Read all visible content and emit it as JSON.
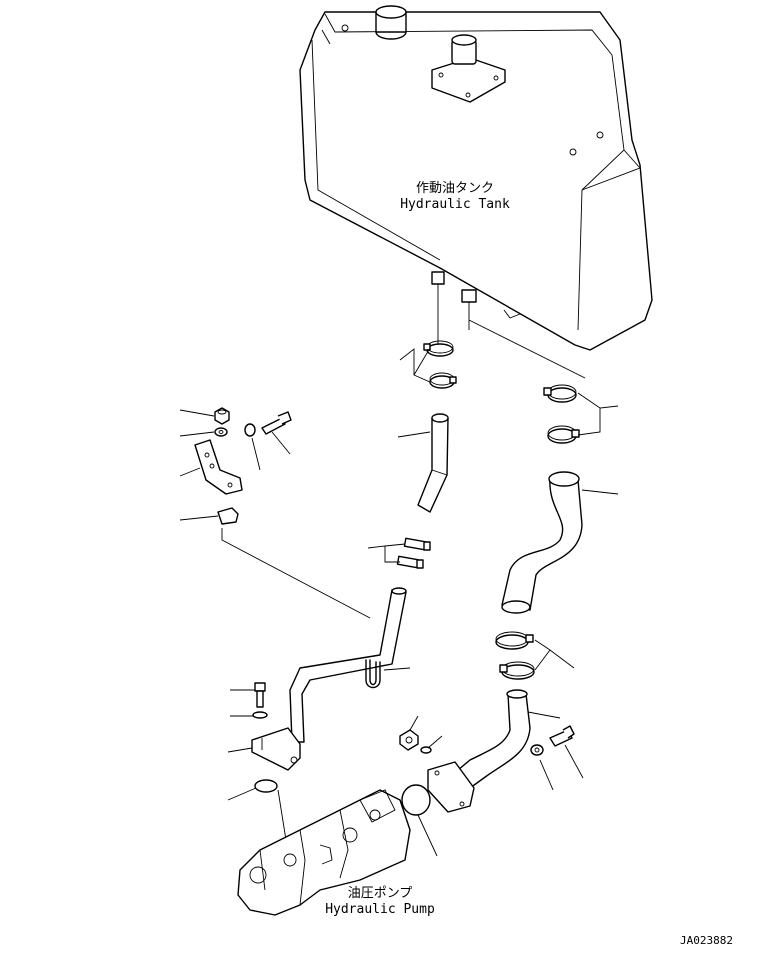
{
  "labels": {
    "tank_jp": "作動油タンク",
    "tank_en": "Hydraulic Tank",
    "pump_jp": "油圧ポンプ",
    "pump_en": "Hydraulic Pump"
  },
  "drawing_code": "JA023882"
}
